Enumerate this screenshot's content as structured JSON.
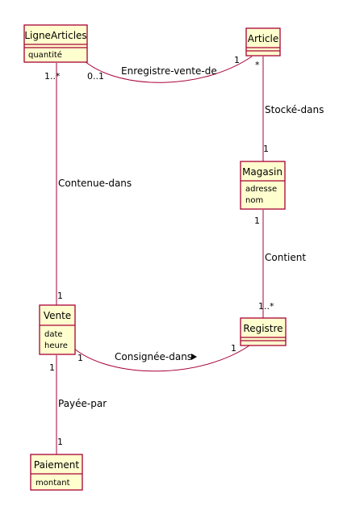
{
  "classes": {
    "ligne_articles": {
      "name": "LigneArticles",
      "attributes": [
        "quantité"
      ]
    },
    "article": {
      "name": "Article",
      "attributes": []
    },
    "magasin": {
      "name": "Magasin",
      "attributes": [
        "adresse",
        "nom"
      ]
    },
    "vente": {
      "name": "Vente",
      "attributes": [
        "date",
        "heure"
      ]
    },
    "registre": {
      "name": "Registre",
      "attributes": []
    },
    "paiement": {
      "name": "Paiement",
      "attributes": [
        "montant"
      ]
    }
  },
  "associations": {
    "enregistre_vente_de": {
      "label": "Enregistre-vente-de",
      "mult_source": "0..1",
      "mult_target": "1"
    },
    "stocke_dans": {
      "label": "Stocké-dans",
      "mult_source": "*",
      "mult_target": "1"
    },
    "contenue_dans": {
      "label": "Contenue-dans",
      "mult_source": "1..*",
      "mult_target": "1"
    },
    "contient": {
      "label": "Contient",
      "mult_source": "1",
      "mult_target": "1..*"
    },
    "consignee_dans": {
      "label": "Consignée-dans",
      "mult_source": "1",
      "mult_target": "1",
      "direction_arrow": "right"
    },
    "payee_par": {
      "label": "Payée-par",
      "mult_source": "1",
      "mult_target": "1"
    }
  },
  "colors": {
    "box_fill": "#fefece",
    "box_border": "#a80036",
    "line": "#a80036"
  }
}
